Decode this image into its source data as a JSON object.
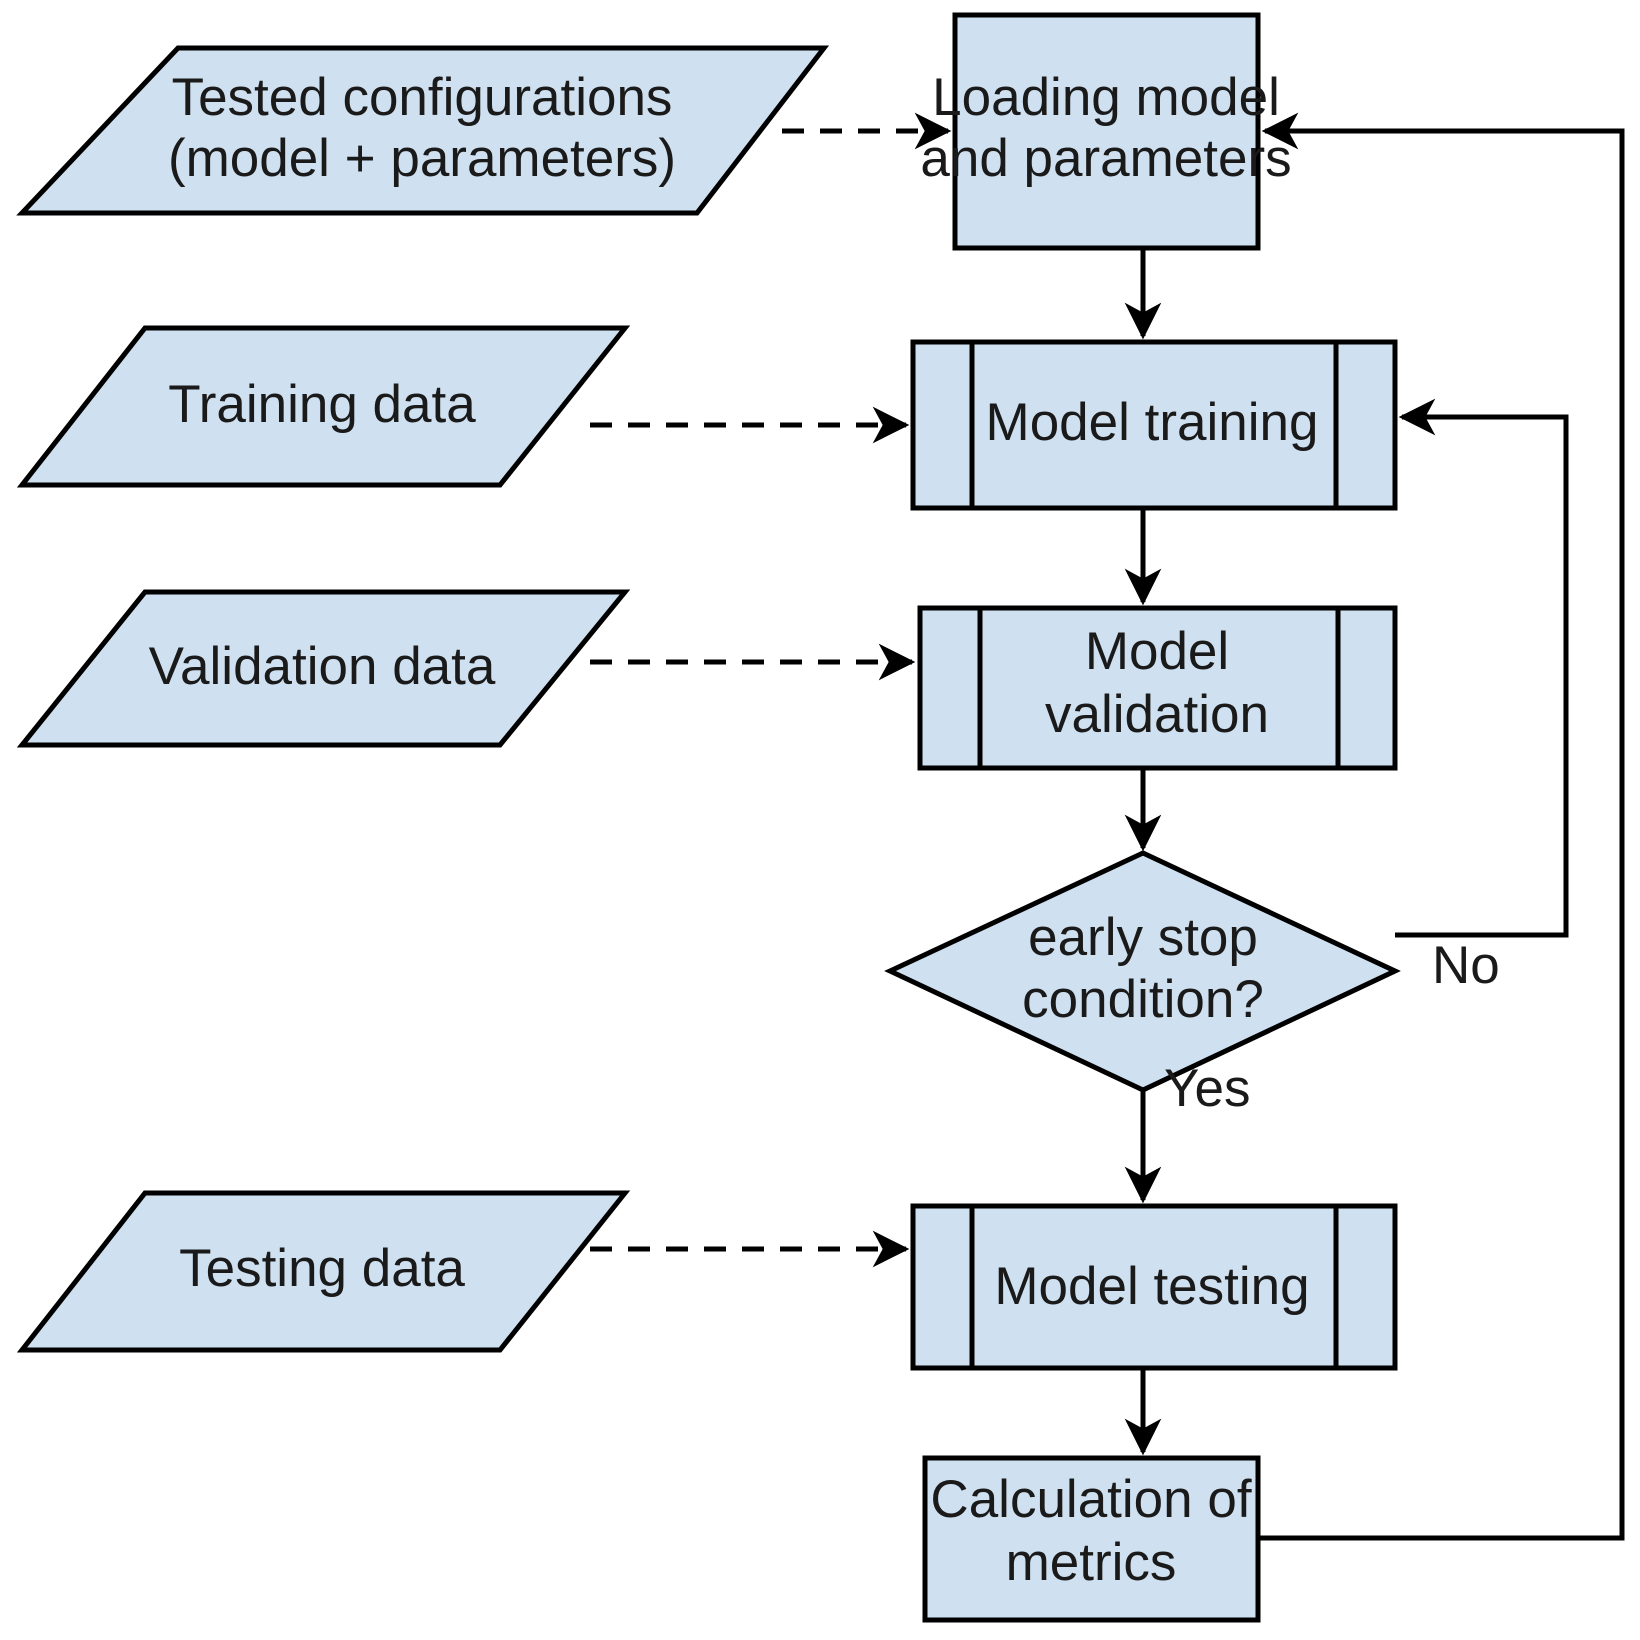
{
  "diagram": {
    "title": "Model training, validation and testing workflow",
    "colors": {
      "shape_fill": "#cfe0f0",
      "shape_stroke": "#000000",
      "text": "#1a1a1a",
      "background": "#ffffff"
    },
    "nodes": {
      "tested_configurations": {
        "type": "data-parallelogram",
        "line1": "Tested configurations",
        "line2": "(model + parameters)"
      },
      "loading_model": {
        "type": "process",
        "line1": "Loading model",
        "line2": "and parameters"
      },
      "training_data": {
        "type": "data-parallelogram",
        "line1": "Training data"
      },
      "model_training": {
        "type": "predefined-process",
        "line1": "Model training"
      },
      "validation_data": {
        "type": "data-parallelogram",
        "line1": "Validation data"
      },
      "model_validation": {
        "type": "predefined-process",
        "line1": "Model",
        "line2": "validation"
      },
      "early_stop": {
        "type": "decision",
        "line1": "early stop",
        "line2": "condition?"
      },
      "testing_data": {
        "type": "data-parallelogram",
        "line1": "Testing data"
      },
      "model_testing": {
        "type": "predefined-process",
        "line1": "Model testing"
      },
      "calculation_of_metrics": {
        "type": "process",
        "line1": "Calculation of",
        "line2": "metrics"
      }
    },
    "edge_labels": {
      "no": "No",
      "yes": "Yes"
    }
  }
}
